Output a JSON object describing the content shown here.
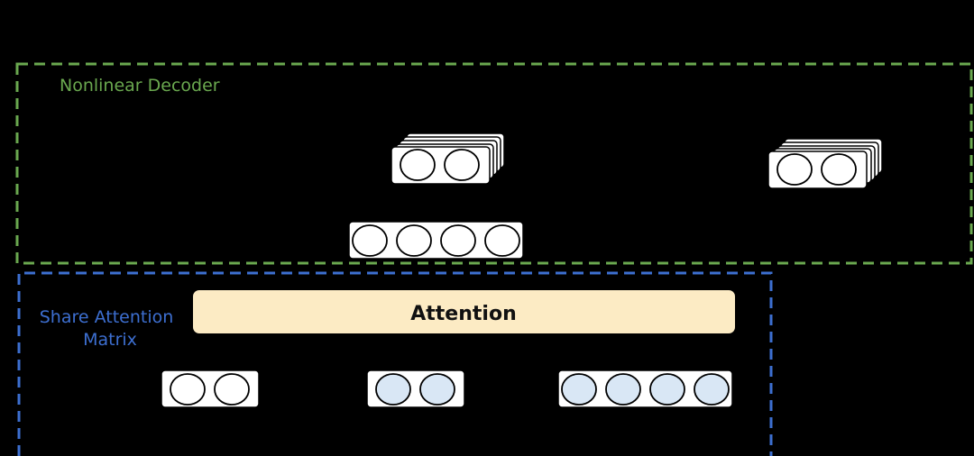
{
  "decoder": {
    "label": "Nonlinear Decoder",
    "border_color": "#6aa84f",
    "label_color": "#6aa84f"
  },
  "shared": {
    "label_line1": "Share Attention",
    "label_line2": "Matrix",
    "border_color": "#3d6fd1",
    "label_color": "#3d6fd1"
  },
  "attention": {
    "label": "Attention",
    "fill_color": "#fcebc4",
    "text_color": "#111111"
  },
  "vectors": {
    "decoder_output_left_cells": 2,
    "decoder_output_right_cells": 2,
    "decoder_input_cells": 4,
    "input_a_cells": 2,
    "input_b_cells": 2,
    "input_c_cells": 4,
    "plain_fill": "#ffffff",
    "shaded_fill": "#d9e7f5"
  }
}
